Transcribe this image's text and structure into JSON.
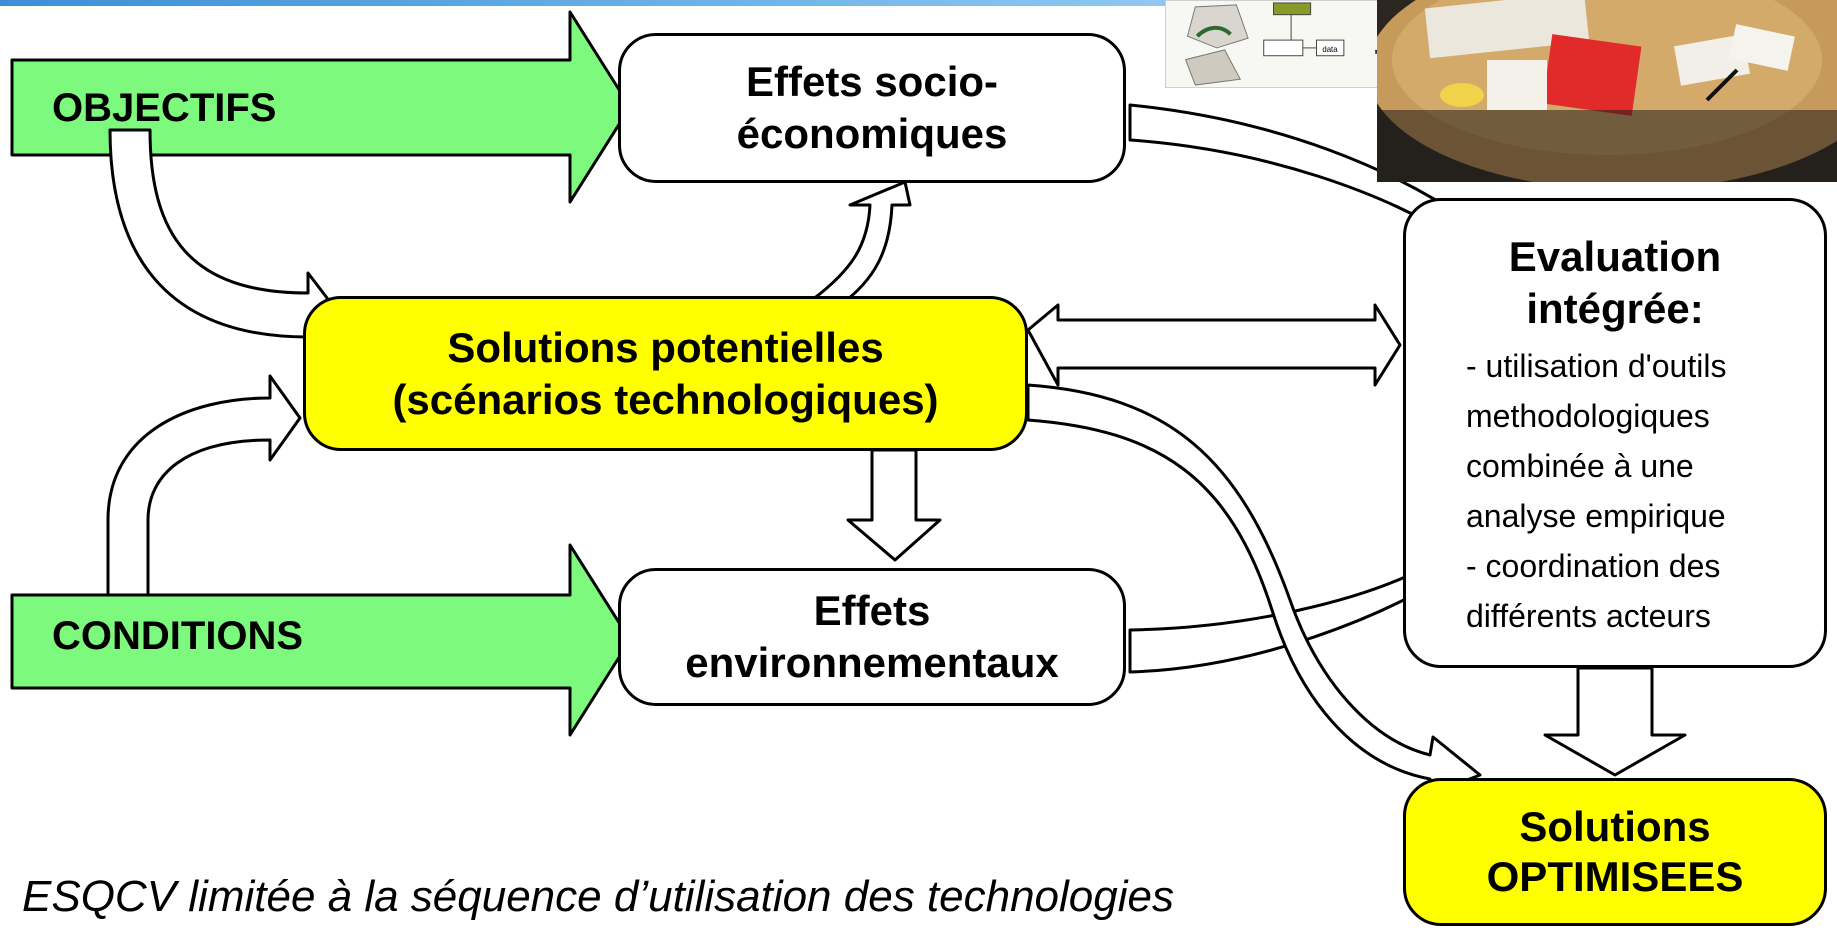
{
  "diagram": {
    "inputs": {
      "objectifs": "OBJECTIFS",
      "conditions": "CONDITIONS"
    },
    "effects": {
      "socio": [
        "Effets socio-",
        "économiques"
      ],
      "env": [
        "Effets",
        "environnementaux"
      ]
    },
    "solutions_potentielles": [
      "Solutions potentielles",
      "(scénarios technologiques)"
    ],
    "evaluation": {
      "title": [
        "Evaluation",
        "intégrée:"
      ],
      "lines": [
        "- utilisation d'outils",
        "methodologiques",
        "combinée à une",
        "analyse empirique",
        "- coordination des",
        "différents acteurs"
      ]
    },
    "solutions_optimisees": [
      "Solutions",
      "OPTIMISEES"
    ]
  },
  "thumbnail": {
    "label": "data"
  },
  "caption": "ESQCV limitée à la séquence d’utilisation des technologies",
  "colors": {
    "input_arrow_fill": "#7dfa7d",
    "highlight_box": "#ffff00",
    "top_bar": "#3a8fd6"
  }
}
